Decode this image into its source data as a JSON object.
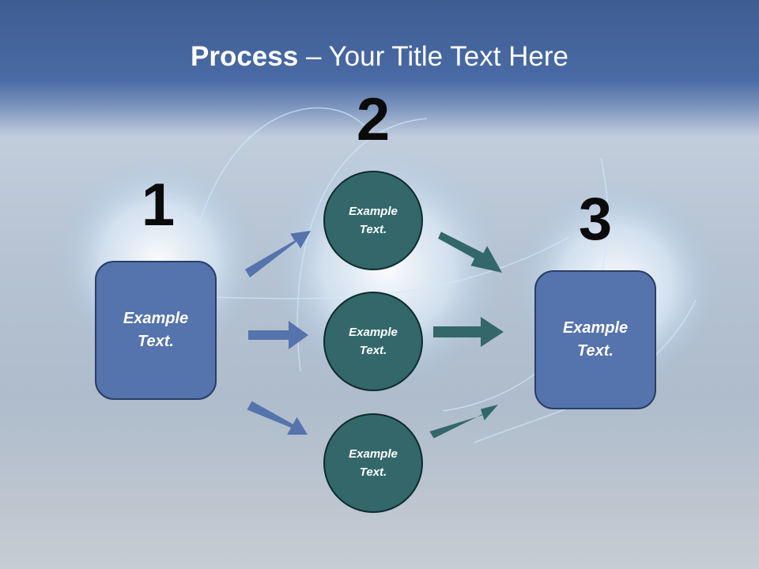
{
  "title": {
    "bold": "Process",
    "rest": " – Your Title Text Here"
  },
  "steps": [
    {
      "number": "1"
    },
    {
      "number": "2"
    },
    {
      "number": "3"
    }
  ],
  "left_box": {
    "text": "Example Text."
  },
  "circles": [
    {
      "text": "Example Text."
    },
    {
      "text": "Example Text."
    },
    {
      "text": "Example Text."
    }
  ],
  "right_box": {
    "text": "Example Text."
  },
  "colors": {
    "box_fill": "#5573ac",
    "circle_fill": "#33676a",
    "arrow_blue": "#5573ac",
    "arrow_teal": "#33676a"
  }
}
